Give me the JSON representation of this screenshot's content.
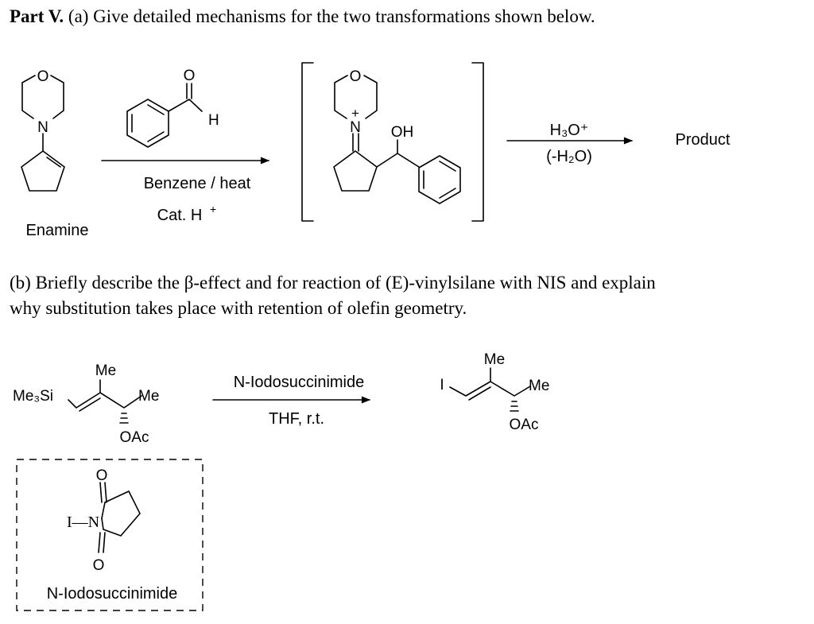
{
  "part_label": "Part V.",
  "part_a_text": "(a) Give detailed mechanisms for the two transformations shown below.",
  "part_b_line1": "(b) Briefly describe the β-effect and for reaction of (E)-vinylsilane with NIS and explain",
  "part_b_line2": "why substitution takes place with retention of olefin geometry.",
  "scheme_a": {
    "enamine_label": "Enamine",
    "morpholine_O": "O",
    "morpholine_N": "N",
    "aldehyde_O": "O",
    "aldehyde_H": "H",
    "conditions_1": "Benzene / heat",
    "conditions_2": "Cat. H",
    "conditions_2_sup": "+",
    "iminium_O": "O",
    "iminium_N": "N",
    "iminium_charge": "+",
    "hydroxyl": "OH",
    "step2_top": "H₃O⁺",
    "step2_bottom": "(-H₂O)",
    "product": "Product"
  },
  "scheme_b": {
    "Me3Si": "Me₃Si",
    "Me_top": "Me",
    "Me_right": "Me",
    "OAc": "OAc",
    "reagent": "N-Iodosuccinimide",
    "conditions": "THF, r.t.",
    "product_I": "I",
    "product_Me_top": "Me",
    "product_Me_right": "Me",
    "product_OAc": "OAc"
  },
  "nis_box": {
    "O_top": "O",
    "I_N": "I—N",
    "O_bottom": "O",
    "caption": "N-Iodosuccinimide"
  }
}
